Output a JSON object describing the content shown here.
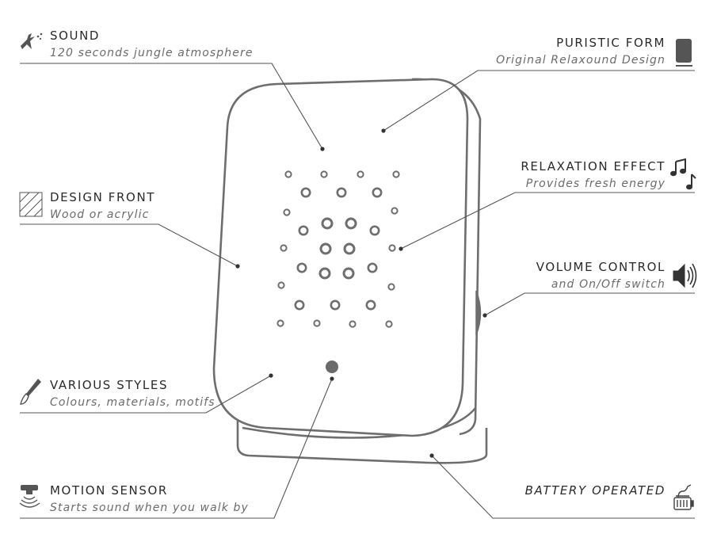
{
  "callouts": {
    "sound": {
      "title": "SOUND",
      "subtitle": "120 seconds jungle atmosphere",
      "icon": "toucan-icon"
    },
    "puristic": {
      "title": "PURISTIC FORM",
      "subtitle": "Original Relaxound Design",
      "icon": "device-icon"
    },
    "relax": {
      "title": "RELAXATION EFFECT",
      "subtitle": "Provides fresh energy",
      "icon": "music-notes-icon"
    },
    "front": {
      "title": "DESIGN FRONT",
      "subtitle": "Wood or acrylic",
      "icon": "wood-texture-icon"
    },
    "volume": {
      "title": "VOLUME CONTROL",
      "subtitle": "and On/Off switch",
      "icon": "speaker-icon"
    },
    "styles": {
      "title": "VARIOUS STYLES",
      "subtitle": "Colours, materials, motifs",
      "icon": "paintbrush-icon"
    },
    "motion": {
      "title": "MOTION SENSOR",
      "subtitle": "Starts sound when you walk by",
      "icon": "motion-sensor-icon"
    },
    "battery": {
      "title": "BATTERY OPERATED",
      "subtitle": "",
      "icon": "battery-icon"
    }
  },
  "colors": {
    "line": "#555555",
    "device": "#6e6e6e",
    "sensor": "#6a6a6a"
  }
}
